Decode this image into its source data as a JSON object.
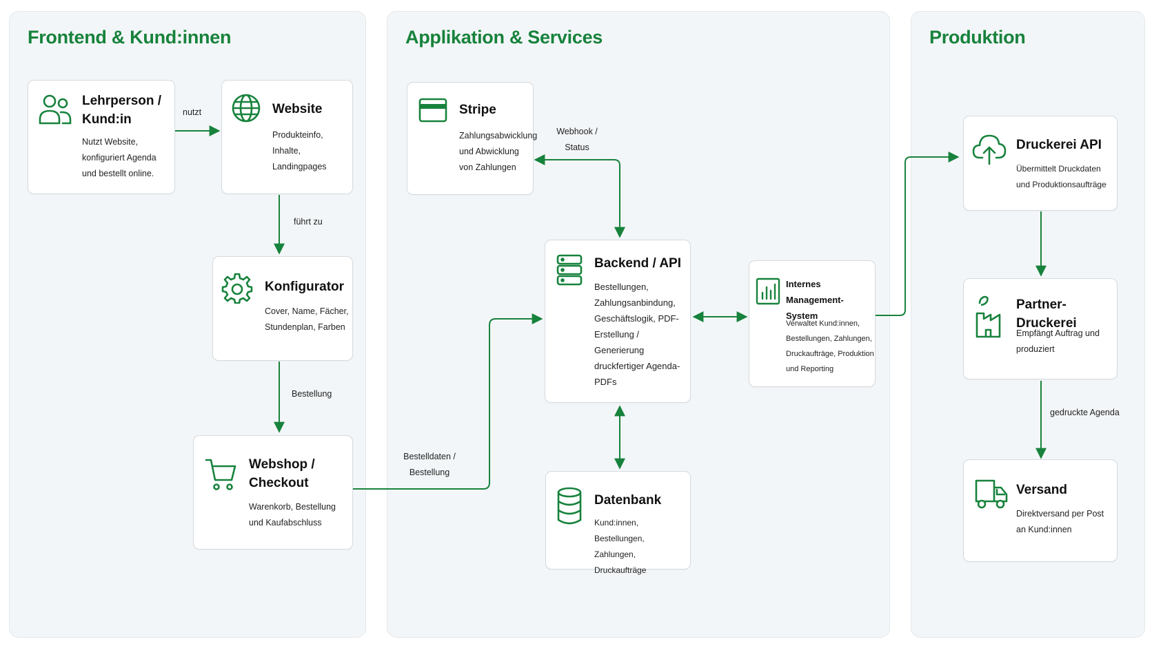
{
  "lanes": {
    "frontend": "Frontend & Kund:innen",
    "app": "Applikation & Services",
    "prod": "Produktion"
  },
  "nodes": {
    "lehrperson": {
      "title": "Lehrperson / Kund:in",
      "desc": "Nutzt Website, konfiguriert Agenda und bestellt online.",
      "icon": "users-icon"
    },
    "website": {
      "title": "Website",
      "desc": "Produkteinfo, Inhalte, Landingpages",
      "icon": "globe-icon"
    },
    "konfigurator": {
      "title": "Konfigurator",
      "desc": "Cover, Name, Fächer, Stundenplan, Farben",
      "icon": "gear-icon"
    },
    "webshop": {
      "title": "Webshop / Checkout",
      "desc": "Warenkorb, Bestellung und Kaufabschluss",
      "icon": "cart-icon"
    },
    "stripe": {
      "title": "Stripe",
      "desc": "Zahlungsabwicklung und Abwicklung von Zahlungen",
      "icon": "credit-card-icon"
    },
    "backend": {
      "title": "Backend / API",
      "desc": "Bestellungen, Zahlungsanbindung, Geschäftslogik, PDF-Erstellung / Generierung druckfertiger Agenda-PDFs",
      "icon": "server-icon"
    },
    "datenbank": {
      "title": "Datenbank",
      "desc": "Kund:innen, Bestellungen, Zahlungen, Druckaufträge",
      "icon": "database-icon"
    },
    "ims": {
      "title": "Internes Management-System",
      "desc": "Verwaltet Kund:innen, Bestellungen, Zahlungen, Druckaufträge, Produktion und Reporting",
      "icon": "chart-icon"
    },
    "druckerei_api": {
      "title": "Druckerei API",
      "desc": "Übermittelt Druckdaten und Produktionsaufträge",
      "icon": "cloud-upload-icon"
    },
    "partner": {
      "title": "Partner-Druckerei",
      "desc": "Empfängt Auftrag und produziert",
      "icon": "factory-icon"
    },
    "versand": {
      "title": "Versand",
      "desc": "Direktversand per Post an Kund:innen",
      "icon": "truck-icon"
    }
  },
  "edge_labels": {
    "nutzt": "nutzt",
    "fuehrt_zu": "führt zu",
    "bestellung": "Bestellung",
    "bestelldaten": "Bestelldaten / Bestellung",
    "webhook": "Webhook / Status",
    "gedruckte": "gedruckte Agenda"
  },
  "colors": {
    "accent": "#17823c",
    "lane_bg": "#f3f6f8",
    "card_border": "#d6dade"
  }
}
